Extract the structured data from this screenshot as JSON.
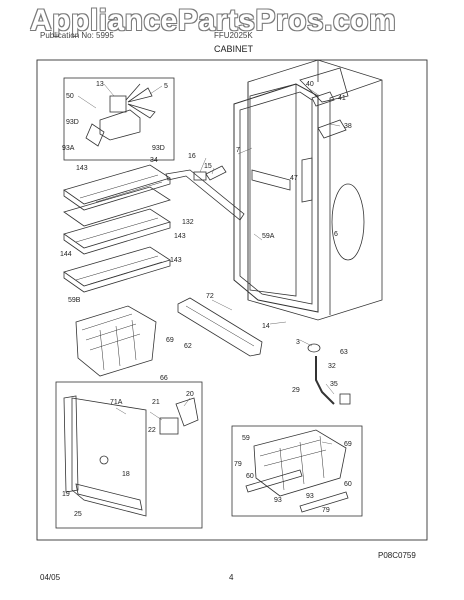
{
  "header": {
    "watermark": "AppliancePartsPros.com",
    "publication": "Publication No: 5995",
    "model": "FFU2025K",
    "section": "CABINET"
  },
  "footer": {
    "date": "04/05",
    "page": "4",
    "figure_code": "P08C0759"
  },
  "callouts": {
    "c1": "50",
    "c2": "13",
    "c3": "5",
    "c4": "93D",
    "c5": "93A",
    "c6": "93D",
    "c7": "143",
    "c8": "34",
    "c9": "16",
    "c10": "15",
    "c11": "7",
    "c12": "40",
    "c13": "41",
    "c14": "38",
    "c15": "47",
    "c16": "132",
    "c17": "143",
    "c18": "143",
    "c19": "144",
    "c20": "59A",
    "c21": "6",
    "c22": "59B",
    "c23": "72",
    "c24": "14",
    "c25": "69",
    "c26": "62",
    "c27": "3",
    "c28": "63",
    "c29": "32",
    "c30": "66",
    "c31": "29",
    "c32": "35",
    "c33": "71A",
    "c34": "20",
    "c35": "21",
    "c36": "22",
    "c37": "18",
    "c38": "19",
    "c39": "25",
    "c40": "59",
    "c41": "69",
    "c42": "79",
    "c43": "60",
    "c44": "93",
    "c45": "93",
    "c46": "60",
    "c47": "79"
  }
}
